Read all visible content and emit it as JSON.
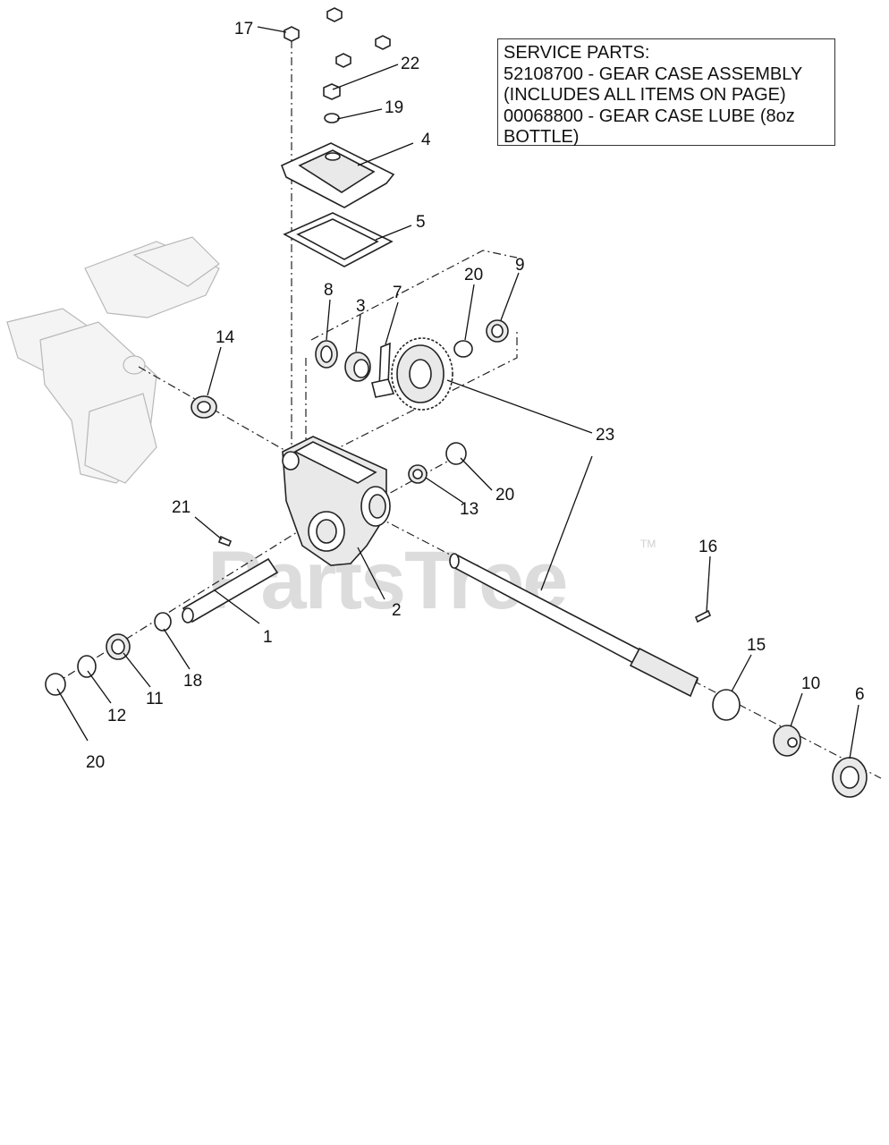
{
  "service_parts": {
    "lines": [
      "SERVICE PARTS:",
      "52108700 - GEAR CASE ASSEMBLY",
      "(INCLUDES ALL ITEMS ON PAGE)",
      "00068800 - GEAR CASE LUBE (8oz",
      "BOTTLE)"
    ]
  },
  "watermark": {
    "text": "PartsTree",
    "trademark": "TM"
  },
  "callouts": [
    {
      "label": "17"
    },
    {
      "label": "22"
    },
    {
      "label": "19"
    },
    {
      "label": "4"
    },
    {
      "label": "5"
    },
    {
      "label": "8"
    },
    {
      "label": "3"
    },
    {
      "label": "7"
    },
    {
      "label": "20"
    },
    {
      "label": "9"
    },
    {
      "label": "14"
    },
    {
      "label": "23"
    },
    {
      "label": "13"
    },
    {
      "label": "20"
    },
    {
      "label": "21"
    },
    {
      "label": "2"
    },
    {
      "label": "1"
    },
    {
      "label": "16"
    },
    {
      "label": "18"
    },
    {
      "label": "11"
    },
    {
      "label": "12"
    },
    {
      "label": "15"
    },
    {
      "label": "10"
    },
    {
      "label": "6"
    },
    {
      "label": "20"
    }
  ]
}
